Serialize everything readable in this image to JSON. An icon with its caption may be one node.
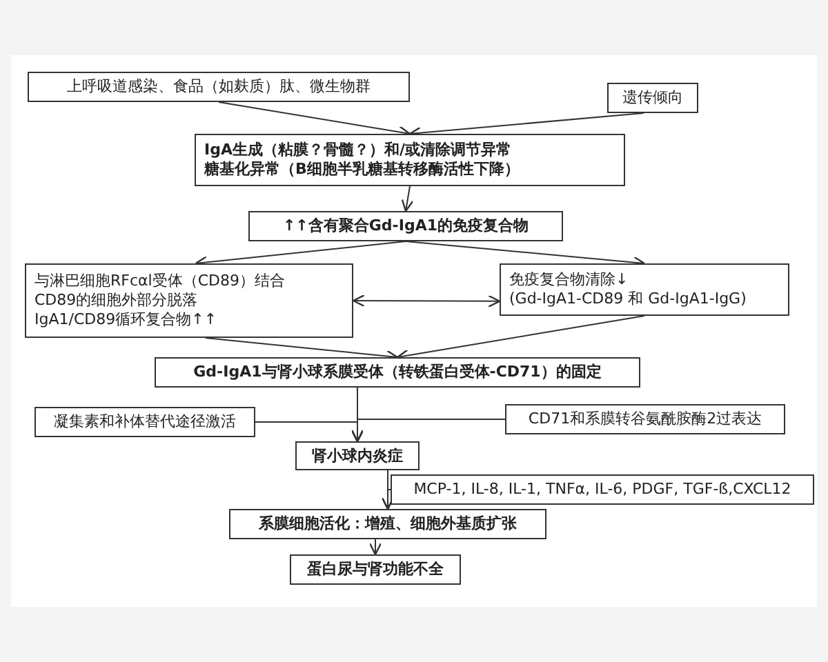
{
  "diagram": {
    "nodes": [
      {
        "text": [
          "上呼吸道感染、食品（如麸质）肽、微生物群"
        ]
      },
      {
        "text": [
          "遗传倾向"
        ]
      },
      {
        "text": [
          "IgA生成（粘膜？骨髓？）和/或清除调节异常",
          "糖基化异常（B细胞半乳糖基转移酶活性下降）"
        ]
      },
      {
        "text": [
          "↑↑含有聚合Gd-IgA1的免疫复合物"
        ]
      },
      {
        "text": [
          "与淋巴细胞RFcαl受体（CD89）结合",
          "CD89的细胞外部分脱落",
          "IgA1/CD89循环复合物↑↑"
        ]
      },
      {
        "text": [
          "免疫复合物清除↓",
          "(Gd-IgA1-CD89 和 Gd-IgA1-IgG)"
        ]
      },
      {
        "text": [
          "Gd-IgA1与肾小球系膜受体（转铁蛋白受体-CD71）的固定"
        ]
      },
      {
        "text": [
          "凝集素和补体替代途径激活"
        ]
      },
      {
        "text": [
          "CD71和系膜转谷氨酰胺酶2过表达"
        ]
      },
      {
        "text": [
          "肾小球内炎症"
        ]
      },
      {
        "text": [
          "MCP-1, IL-8, IL-1, TNFα, IL-6, PDGF, TGF-ß,CXCL12"
        ]
      },
      {
        "text": [
          "系膜细胞活化：增殖、细胞外基质扩张"
        ]
      },
      {
        "text": [
          "蛋白尿与肾功能不全"
        ]
      }
    ],
    "edges": [
      {
        "from": 0,
        "to": 2,
        "arrow": "to"
      },
      {
        "from": 1,
        "to": 2,
        "arrow": "to"
      },
      {
        "from": 2,
        "to": 3,
        "arrow": "to"
      },
      {
        "from": 3,
        "to": 4,
        "arrow": "to"
      },
      {
        "from": 3,
        "to": 5,
        "arrow": "to"
      },
      {
        "from": 4,
        "to": 5,
        "arrow": "both"
      },
      {
        "from": 4,
        "to": 6,
        "arrow": "to"
      },
      {
        "from": 5,
        "to": 6,
        "arrow": "to"
      },
      {
        "from": 6,
        "to": 9,
        "arrow": "to"
      },
      {
        "from": 7,
        "to": 9,
        "arrow": "to"
      },
      {
        "from": 8,
        "to": 9,
        "arrow": "to"
      },
      {
        "from": 9,
        "to": 11,
        "arrow": "to"
      },
      {
        "from": 10,
        "to": 11,
        "arrow": "to"
      },
      {
        "from": 11,
        "to": 12,
        "arrow": "to"
      }
    ]
  }
}
